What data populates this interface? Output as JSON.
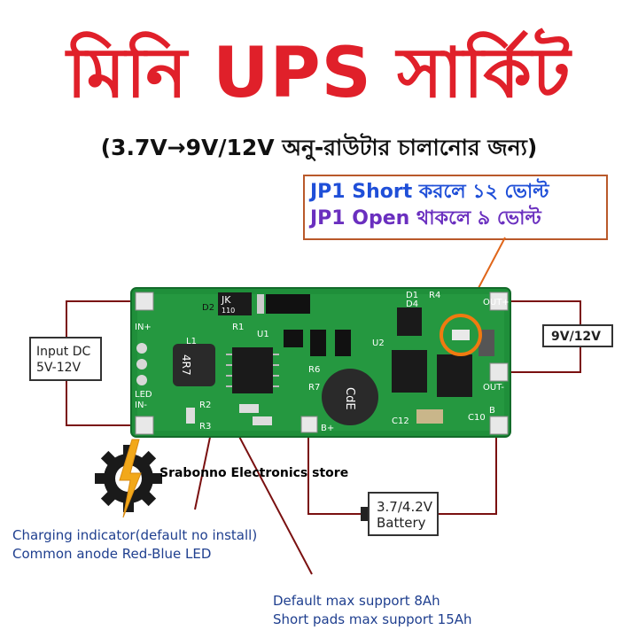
{
  "title": "মিনি UPS সার্কিট",
  "subtitle": "(3.7V→9V/12V অনু-রাউটার চালানোর জন্য)",
  "jumper_note": {
    "line1": "JP1 Short করলে ১২ ভোল্ট",
    "line2": "JP1 Open থাকলে ৯ ভোল্ট"
  },
  "input_label": {
    "line1": "Input DC",
    "line2": "5V-12V"
  },
  "output_label": "9V/12V",
  "battery_label": {
    "line1": "3.7/4.2V",
    "line2": "Battery"
  },
  "store_name": "Srabonno Electronics store",
  "led_note": {
    "line1": "Charging indicator(default no install)",
    "line2": "Common anode Red-Blue LED"
  },
  "capacity_note": {
    "line1": "Default max support 8Ah",
    "line2": "Short pads max support 15Ah"
  },
  "board_silkscreen": {
    "in_plus": "IN+",
    "in_minus": "IN-",
    "led": "LED",
    "out_plus": "OUT+",
    "out_minus": "OUT-",
    "b_plus": "B+",
    "b": "B",
    "inductor_small": "4R7",
    "inductor_big": "CdE",
    "jk": "JK",
    "jk_sub": "110",
    "c12": "C12",
    "c10": "C10",
    "r1": "R1",
    "r2": "R2",
    "r3": "R3",
    "r6": "R6",
    "r7": "R7",
    "d1": "D1",
    "d4": "D4",
    "r4": "R4",
    "l1": "L1",
    "u1": "U1",
    "u2": "U2",
    "d2": "D2"
  },
  "colors": {
    "title": "#e0202a",
    "pcb": "#1f8f3a",
    "wire": "#7a1010",
    "highlight_ring": "#f07a10",
    "note_text": "#1f3f8f"
  },
  "icons": [
    "gear-lightning-logo-icon"
  ]
}
